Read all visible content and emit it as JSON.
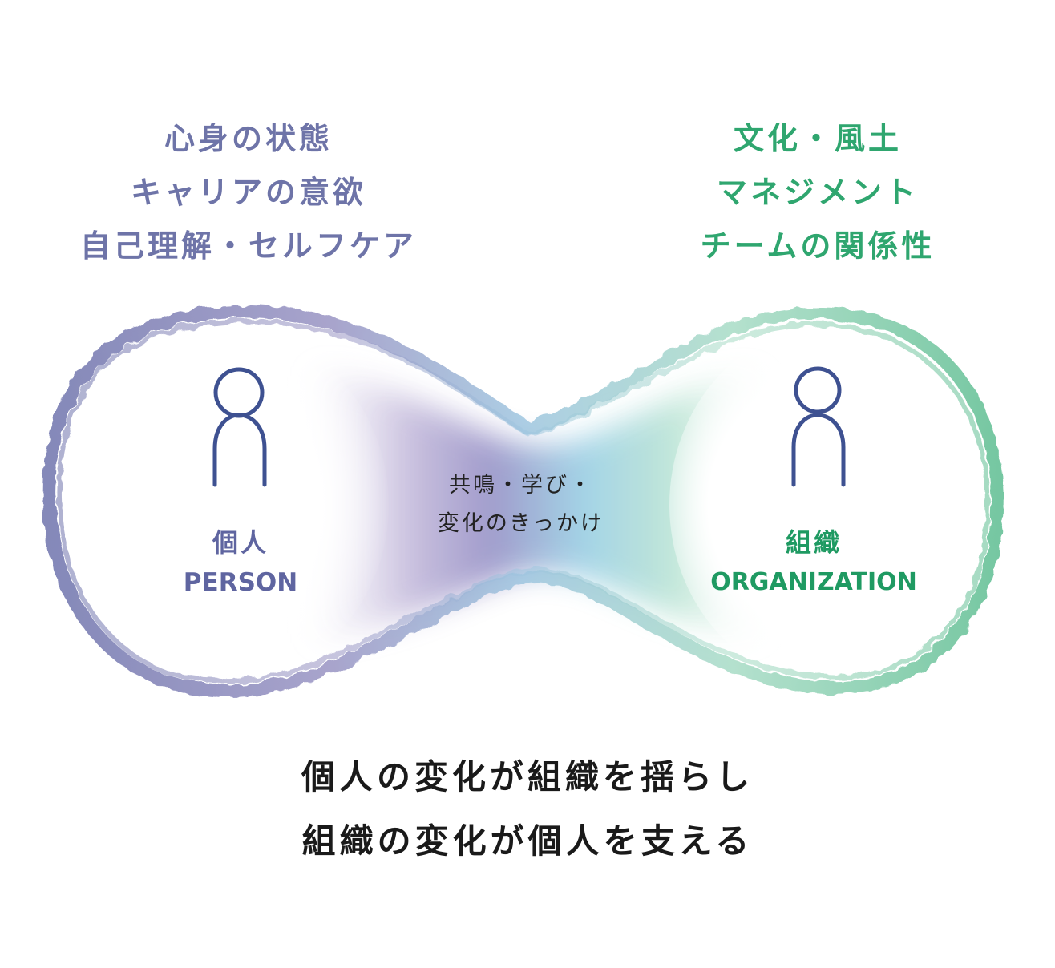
{
  "person_topics": [
    "心身の状態",
    "キャリアの意欲",
    "自己理解・セルフケア"
  ],
  "org_topics": [
    "文化・風土",
    "マネジメント",
    "チームの関係性"
  ],
  "person": {
    "ja": "個人",
    "en": "PERSON"
  },
  "organization": {
    "ja": "組織",
    "en": "ORGANIZATION"
  },
  "center": [
    "共鳴・学び・",
    "変化のきっかけ"
  ],
  "tagline": [
    "個人の変化が組織を揺らし",
    "組織の変化が個人を支える"
  ],
  "colors": {
    "person": "#6e74a8",
    "organization": "#2fa66f",
    "figure": "#2a3f86",
    "tagline": "#1a1a1a"
  },
  "icons": [
    "person-figure-icon",
    "organization-figure-icon"
  ]
}
